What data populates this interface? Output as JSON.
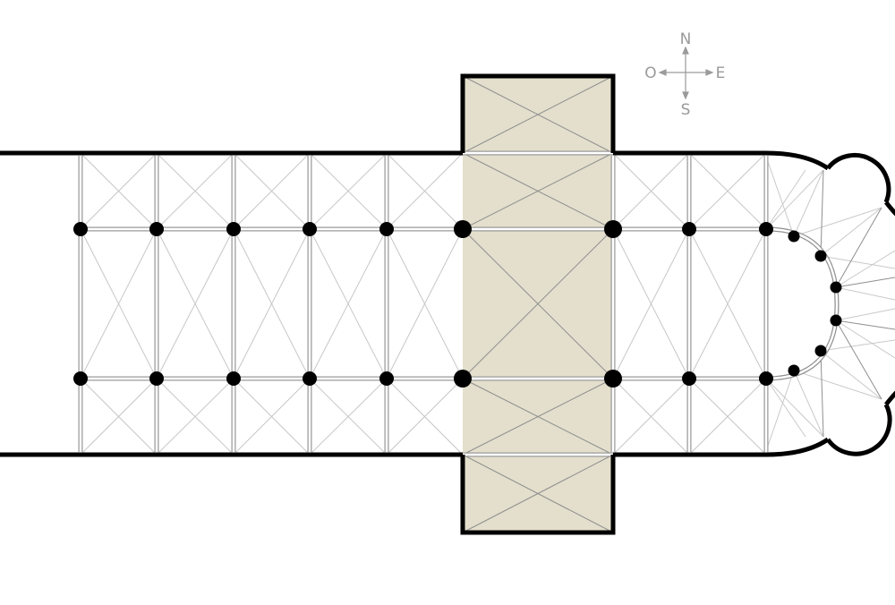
{
  "compass": {
    "north": "N",
    "west": "O",
    "east": "E",
    "south": "S"
  },
  "colors": {
    "wall": "#000000",
    "crossing_fill": "#e3dfcc",
    "rib": "#c7c7c7",
    "rib_dark": "#8f8f8f",
    "pillar": "#000000",
    "compass": "#9a9a9a"
  }
}
